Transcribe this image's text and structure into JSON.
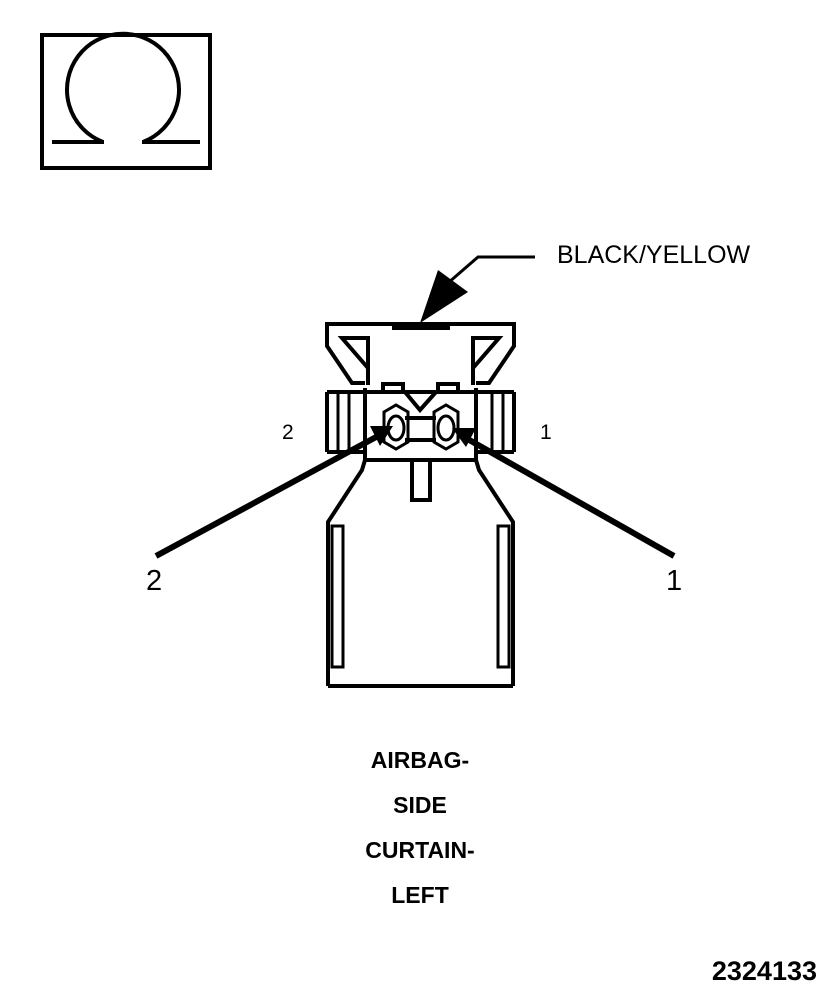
{
  "symbol": {
    "icon": "ohm-symbol-icon"
  },
  "callout": {
    "wire_color": "BLACK/YELLOW"
  },
  "pins": {
    "cavity_left": "2",
    "cavity_right": "1",
    "leader_left": "2",
    "leader_right": "1"
  },
  "connector": {
    "name_lines": [
      "AIRBAG-",
      "SIDE",
      "CURTAIN-",
      "LEFT"
    ]
  },
  "figure_number": "2324133"
}
